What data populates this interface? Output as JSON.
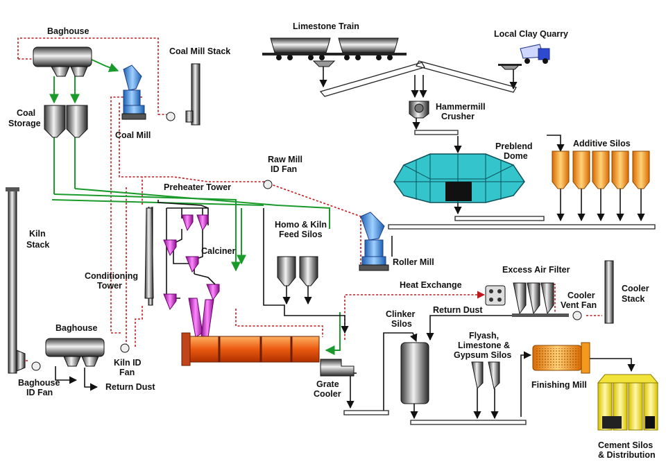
{
  "labels": {
    "baghouse_top": "Baghouse",
    "coal_mill_stack": "Coal Mill Stack",
    "limestone_train": "Limestone Train",
    "local_clay_quarry": "Local Clay Quarry",
    "coal_storage_1": "Coal",
    "coal_storage_2": "Storage",
    "coal_mill": "Coal Mill",
    "hammermill_1": "Hammermill",
    "hammermill_2": "Crusher",
    "preblend_1": "Preblend",
    "preblend_2": "Dome",
    "additive_silos": "Additive Silos",
    "raw_mill_fan_1": "Raw Mill",
    "raw_mill_fan_2": "ID Fan",
    "preheater_tower": "Preheater Tower",
    "kiln_stack_1": "Kiln",
    "kiln_stack_2": "Stack",
    "homo_1": "Homo & Kiln",
    "homo_2": "Feed Silos",
    "calciner": "Calciner",
    "roller_mill": "Roller Mill",
    "conditioning_1": "Conditioning",
    "conditioning_2": "Tower",
    "excess_air_filter": "Excess Air Filter",
    "heat_exchange": "Heat Exchange",
    "cooler_vent_1": "Cooler",
    "cooler_vent_2": "Vent Fan",
    "cooler_stack_1": "Cooler",
    "cooler_stack_2": "Stack",
    "return_dust_right": "Return Dust",
    "clinker_1": "Clinker",
    "clinker_2": "Silos",
    "baghouse_bottom": "Baghouse",
    "flyash_1": "Flyash,",
    "flyash_2": "Limestone &",
    "flyash_3": "Gypsum Silos",
    "kiln_fan_1": "Kiln ID",
    "kiln_fan_2": "Fan",
    "finishing_mill": "Finishing Mill",
    "baghouse_fan_1": "Baghouse",
    "baghouse_fan_2": "ID Fan",
    "return_dust_left": "Return Dust",
    "grate_1": "Grate",
    "grate_2": "Cooler",
    "cement_1": "Cement Silos",
    "cement_2": "& Distribution"
  },
  "colors": {
    "hot_gas": "#c0191c",
    "coal_flow": "#1a9a2a",
    "kiln": "#e8651a",
    "dome": "#34c4cc",
    "additive_silo": "#f39a1e",
    "cement_silo": "#f2e33a",
    "mill": "#3a8fe0",
    "calciner": "#d21ad2"
  }
}
